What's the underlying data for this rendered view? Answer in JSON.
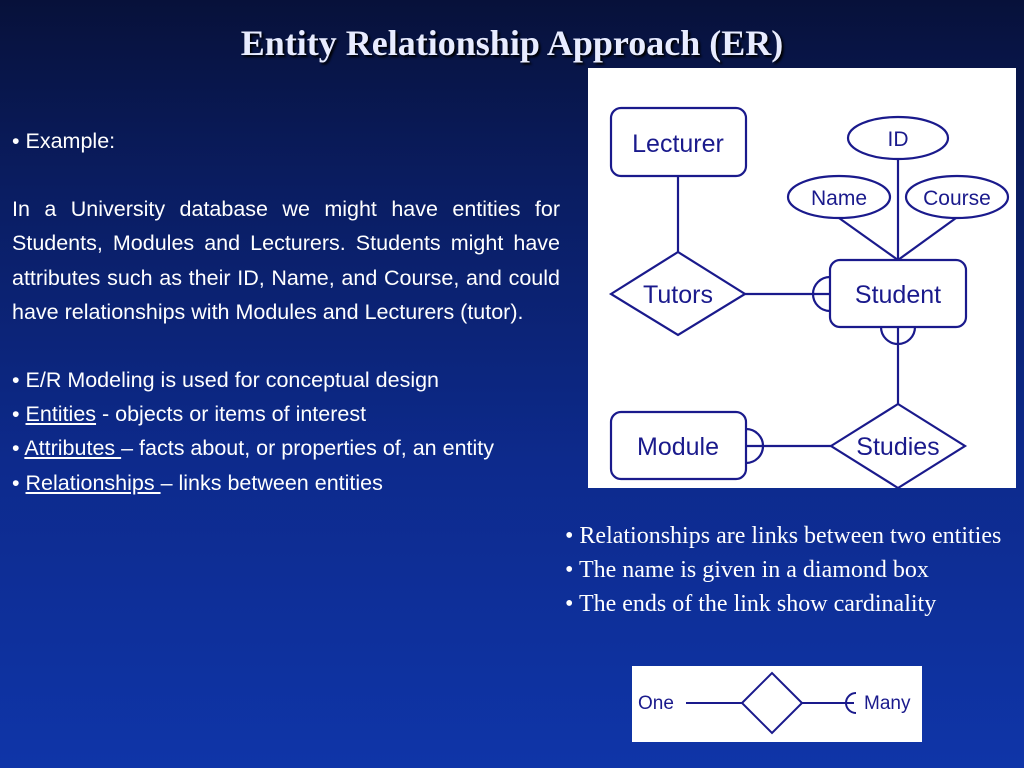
{
  "title": "Entity Relationship Approach (ER)",
  "left": {
    "example": "• Example:",
    "paragraph": "In a University database we might have entities for Students, Modules and Lecturers. Students might have attributes such as their ID, Name, and Course, and could have relationships with Modules and Lecturers (tutor).",
    "b1": "• E/R Modeling is used for conceptual design",
    "b2_bullet": "• ",
    "b2_term": "Entities",
    "b2_rest": " - objects or items of interest",
    "b3_bullet": "• ",
    "b3_term": "Attributes ",
    "b3_rest": "– facts about, or properties of, an entity",
    "b4_bullet": "• ",
    "b4_term": "Relationships ",
    "b4_rest": "– links between entities"
  },
  "diagram": {
    "lecturer": "Lecturer",
    "id": "ID",
    "name": "Name",
    "course": "Course",
    "tutors": "Tutors",
    "student": "Student",
    "module": "Module",
    "studies": "Studies"
  },
  "right": {
    "r1": "• Relationships are links between two entities",
    "r2": "• The name is given in a diamond box",
    "r3": "• The ends of the link show cardinality"
  },
  "cardinality": {
    "one": "One",
    "many": "Many"
  },
  "colors": {
    "diagram_stroke": "#1a1a8c"
  }
}
